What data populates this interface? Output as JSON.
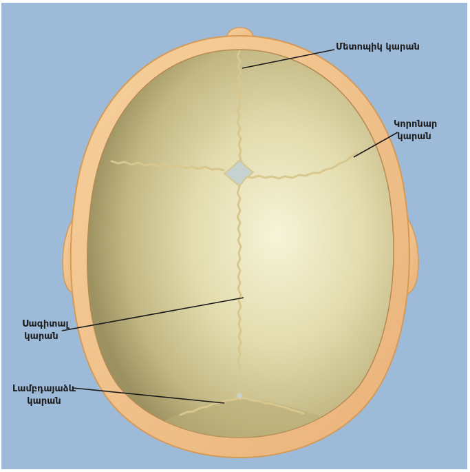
{
  "labels": {
    "metopic": [
      "Մետոպիկ կարան"
    ],
    "coronal": [
      "Կորոնար",
      "կարան"
    ],
    "sagittal": [
      "Սագիտալ",
      "կարան"
    ],
    "lambdoid": [
      "Լամբդայաձև",
      "կարան"
    ]
  },
  "colors": {
    "background": "#9dbad9",
    "skin": "#f2c48a",
    "skin_edge": "#d59a55",
    "bone_light": "#f4f1cf",
    "bone_dark": "#a59a66",
    "suture": "#d8c78e",
    "fontanelle": "#c6d2cf",
    "leader_line": "#1a1a1a"
  }
}
